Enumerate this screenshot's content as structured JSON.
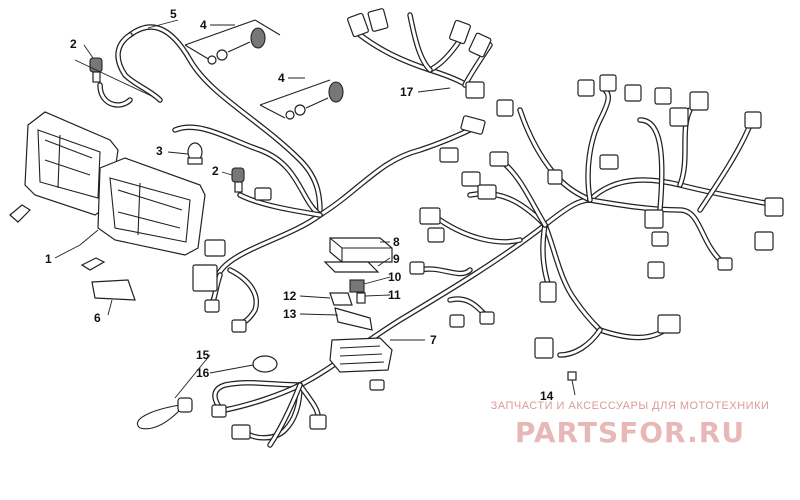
{
  "callouts": {
    "c1": "1",
    "c2a": "2",
    "c2b": "2",
    "c3": "3",
    "c4a": "4",
    "c4b": "4",
    "c5": "5",
    "c6": "6",
    "c7": "7",
    "c8": "8",
    "c9": "9",
    "c10": "10",
    "c11": "11",
    "c12": "12",
    "c13": "13",
    "c14": "14",
    "c15": "15",
    "c16": "16",
    "c17": "17"
  },
  "watermark": {
    "caption": "ЗАПЧАСТИ И АКСЕССУАРЫ ДЛЯ МОТОТЕХНИКИ",
    "logo": "PARTSFOR.RU"
  },
  "colors": {
    "line": "#222222",
    "watermark_caption": "#d99a9a",
    "watermark_logo": "#e8b8b8"
  }
}
